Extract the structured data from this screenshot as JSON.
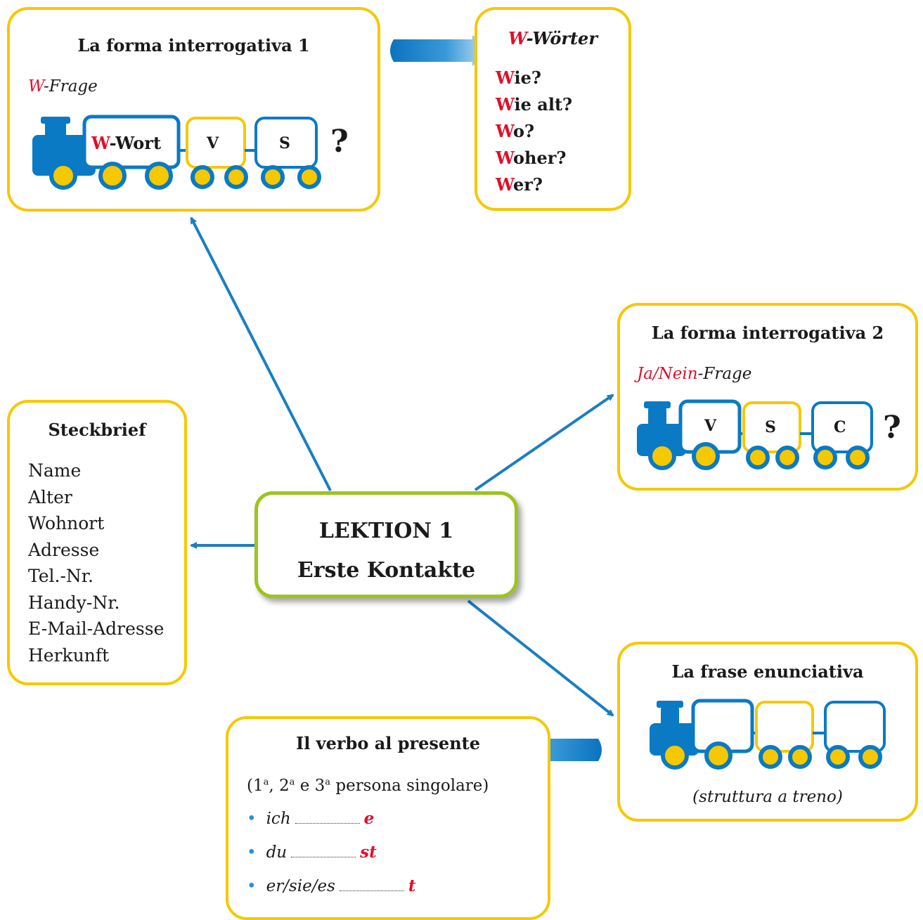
{
  "center": {
    "line1": "LEKTION 1",
    "line2": "Erste Kontakte"
  },
  "interrogativa1": {
    "title": "La forma interrogativa 1",
    "subtitle_red": "W",
    "subtitle_rest": "-Frage",
    "train_labels": [
      {
        "red": "W",
        "rest": "-Wort"
      },
      {
        "red": "",
        "rest": "V"
      },
      {
        "red": "",
        "rest": "S"
      }
    ],
    "question_mark": "?"
  },
  "w_words": {
    "title_red": "W",
    "title_rest": "-Wörter",
    "items": [
      {
        "red": "W",
        "rest": "ie?"
      },
      {
        "red": "W",
        "rest": "ie alt?"
      },
      {
        "red": "W",
        "rest": "o?"
      },
      {
        "red": "W",
        "rest": "oher?"
      },
      {
        "red": "W",
        "rest": "er?"
      }
    ]
  },
  "interrogativa2": {
    "title": "La forma interrogativa 2",
    "subtitle_red": "Ja/Nein",
    "subtitle_rest": "-Frage",
    "train_labels": [
      "V",
      "S",
      "C"
    ],
    "question_mark": "?"
  },
  "steckbrief": {
    "title": "Steckbrief",
    "items": [
      "Name",
      "Alter",
      "Wohnort",
      "Adresse",
      "Tel.-Nr.",
      "Handy-Nr.",
      "E-Mail-Adresse",
      "Herkunft"
    ]
  },
  "enunciativa": {
    "title": "La frase enunciativa",
    "caption": "(struttura a treno)"
  },
  "verbo": {
    "title": "Il verbo al presente",
    "subtitle_parts": [
      "(1",
      "a",
      ", 2",
      "a",
      " e 3",
      "a",
      " persona singolare)"
    ],
    "bullet": "•",
    "rows": [
      {
        "pronoun": "ich",
        "ending": "e"
      },
      {
        "pronoun": "du",
        "ending": "st"
      },
      {
        "pronoun": "er/sie/es",
        "ending": "t"
      }
    ]
  },
  "colors": {
    "card_border": "#f6c800",
    "center_border": "#9cc41e",
    "train_blue": "#0a7ac4",
    "wheel_yellow": "#f6c800",
    "accent_red": "#e0102a",
    "line_blue": "#1a7ec2"
  }
}
